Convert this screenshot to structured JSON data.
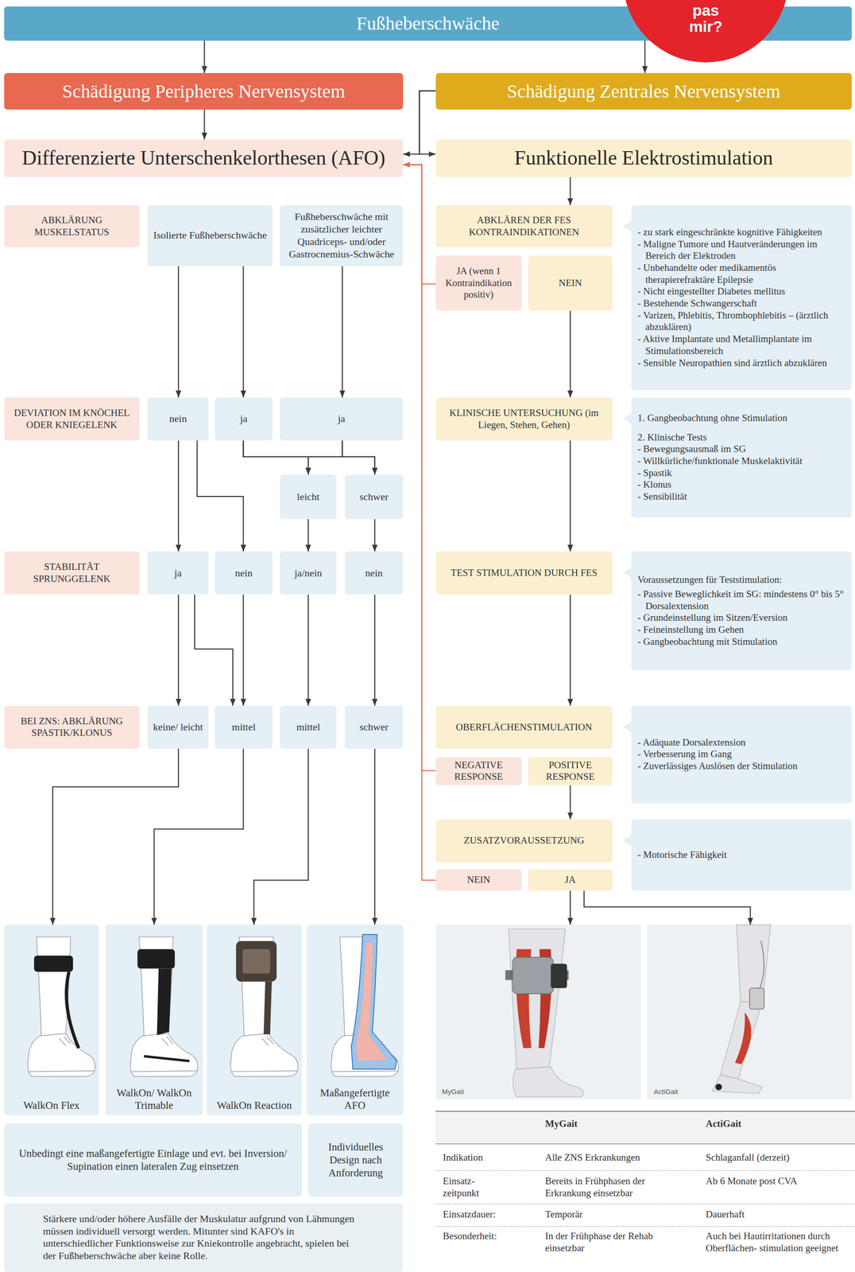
{
  "diagram": {
    "nodes": [
      {
        "text": [
          "Fußheberschwäche"
        ]
      },
      {
        "text": [
          "pas",
          "mir?"
        ]
      },
      {
        "text": [
          "Schädigung Peripheres Nervensystem"
        ]
      },
      {
        "text": [
          "Schädigung Zentrales Nervensystem"
        ]
      },
      {
        "text": [
          "Differenzierte Unterschenkelorthesen (AFO)"
        ]
      },
      {
        "text": [
          "Funktionelle Elektrostimulation"
        ]
      },
      {
        "text": [
          "ABKLÄRUNG MUSKELSTATUS"
        ]
      },
      {
        "text": [
          "Isolierte Fußheberschwäche"
        ]
      },
      {
        "text": [
          "Fußheberschwäche mit zusätzlicher leichter Quadriceps- und/oder Gastrocnemius-Schwäche"
        ]
      },
      {
        "text": [
          "DEVIATION IM KNÖCHEL ODER KNIEGELENK"
        ]
      },
      {
        "text": [
          "nein"
        ]
      },
      {
        "text": [
          "ja"
        ]
      },
      {
        "text": [
          "ja"
        ]
      },
      {
        "text": [
          "leicht"
        ]
      },
      {
        "text": [
          "schwer"
        ]
      },
      {
        "text": [
          "STABILITÄT SPRUNGGELENK"
        ]
      },
      {
        "text": [
          "ja"
        ]
      },
      {
        "text": [
          "nein"
        ]
      },
      {
        "text": [
          "ja/nein"
        ]
      },
      {
        "text": [
          "nein"
        ]
      },
      {
        "text": [
          "BEI ZNS: ABKLÄRUNG SPASTIK/KLONUS"
        ]
      },
      {
        "text": [
          "keine/ leicht"
        ]
      },
      {
        "text": [
          "mittel"
        ]
      },
      {
        "text": [
          "mittel"
        ]
      },
      {
        "text": [
          "schwer"
        ]
      },
      {
        "text": [
          "WalkOn Flex"
        ]
      },
      {
        "text": [
          "WalkOn/ WalkOn Trimable"
        ]
      },
      {
        "text": [
          "WalkOn Reaction"
        ]
      },
      {
        "text": [
          "Maßangefertigte AFO"
        ]
      },
      {
        "text": [
          "Unbedingt eine maßangefertigte Einlage und evt. bei Inversion/ Supination einen lateralen Zug einsetzen"
        ]
      },
      {
        "text": [
          "Individuelles Design nach Anforderung"
        ]
      },
      {
        "text": [
          "Stärkere und/oder höhere Ausfälle der Muskulatur aufgrund von Lähmungen müssen individuell versorgt werden. Mitunter sind KAFO's in unterschiedlicher Funktionsweise zur Kniekontrolle angebracht, spielen bei der Fußheberschwäche aber keine Rolle."
        ]
      },
      {
        "text": [
          "ABKLÄREN DER FES KONTRAINDIKATIONEN"
        ]
      },
      {
        "text": [
          "- zu stark eingeschränkte kognitive Fähigkeiten",
          "- Maligne Tumore und Hautveränderungen im Bereich der Elektroden",
          "- Unbehandelte oder medikamentös therapierefraktäre Epilepsie",
          "- Nicht eingestellter Diabetes mellitus",
          "- Bestehende Schwangerschaft",
          "- Varizen, Phlebitis, Thrombophlebitis – (ärztlich abzuklären)",
          "- Aktive Implantate und Metallimplantate im Stimulationsbereich",
          "- Sensible Neuropathien sind ärztlich abzuklären"
        ]
      },
      {
        "text": [
          "JA (wenn 1 Kontraindikation positiv)"
        ]
      },
      {
        "text": [
          "NEIN"
        ]
      },
      {
        "text": [
          "KLINISCHE UNTERSUCHUNG (im Liegen, Stehen, Gehen)"
        ]
      },
      {
        "text": [
          "1. Gangbeobachtung ohne Stimulation",
          "2. Klinische Tests",
          "- Bewegungsausmaß im SG",
          "- Willkürliche/funktionale Muskelaktivität",
          "- Spastik",
          "- Klonus",
          "- Sensibilität"
        ]
      },
      {
        "text": [
          "TEST STIMULATION DURCH FES"
        ]
      },
      {
        "text": [
          "Voraussetzungen für Teststimulation:",
          "- Passive Beweglichkeit im SG: mindestens 0° bis 5° Dorsalextension",
          "- Grundeinstellung im Sitzen/Eversion",
          "- Feineinstellung im Gehen",
          "- Gangbeobachtung mit Stimulation"
        ]
      },
      {
        "text": [
          "OBERFLÄCHENSTIMULATION"
        ]
      },
      {
        "text": [
          "- Adäquate Dorsalextension",
          "- Verbesserung im Gang",
          "- Zuverlässiges Auslösen der Stimulation"
        ]
      },
      {
        "text": [
          "NEGATIVE RESPONSE"
        ]
      },
      {
        "text": [
          "POSITIVE RESPONSE"
        ]
      },
      {
        "text": [
          "ZUSATZVORAUSSETZUNG"
        ]
      },
      {
        "text": [
          "- Motorische Fähigkeit"
        ]
      },
      {
        "text": [
          "NEIN"
        ]
      },
      {
        "text": [
          "JA"
        ]
      },
      {
        "text": [
          "MyGait"
        ]
      },
      {
        "text": [
          "ActiGait"
        ]
      }
    ],
    "edges": [
      {
        "from": 0,
        "to": 2,
        "arrow": "to"
      },
      {
        "from": 0,
        "to": 3,
        "arrow": "to"
      },
      {
        "from": 2,
        "to": 4,
        "arrow": "to"
      },
      {
        "from": 3,
        "to": 4,
        "arrow": "to"
      },
      {
        "from": 3,
        "to": 5,
        "arrow": "to"
      },
      {
        "from": 7,
        "to": 10,
        "arrow": "to"
      },
      {
        "from": 7,
        "to": 11,
        "arrow": "to"
      },
      {
        "from": 8,
        "to": 12,
        "arrow": "to"
      },
      {
        "from": 10,
        "to": 16,
        "arrow": "to"
      },
      {
        "from": 10,
        "to": 17,
        "arrow": "to"
      },
      {
        "from": 11,
        "to": 13,
        "arrow": "to"
      },
      {
        "from": 11,
        "to": 14,
        "arrow": "to"
      },
      {
        "from": 12,
        "to": 13,
        "arrow": "to"
      },
      {
        "from": 12,
        "to": 14,
        "arrow": "to"
      },
      {
        "from": 13,
        "to": 18,
        "arrow": "to"
      },
      {
        "from": 14,
        "to": 19,
        "arrow": "to"
      },
      {
        "from": 16,
        "to": 21,
        "arrow": "to"
      },
      {
        "from": 16,
        "to": 22,
        "arrow": "to"
      },
      {
        "from": 17,
        "to": 22,
        "arrow": "to"
      },
      {
        "from": 18,
        "to": 23,
        "arrow": "to"
      },
      {
        "from": 19,
        "to": 24,
        "arrow": "to"
      },
      {
        "from": 21,
        "to": 25,
        "arrow": "to"
      },
      {
        "from": 22,
        "to": 26,
        "arrow": "to"
      },
      {
        "from": 23,
        "to": 27,
        "arrow": "to"
      },
      {
        "from": 24,
        "to": 28,
        "arrow": "to"
      },
      {
        "from": 5,
        "to": 32,
        "arrow": "to"
      },
      {
        "from": 35,
        "to": 36,
        "arrow": "to"
      },
      {
        "from": 36,
        "to": 38,
        "arrow": "to"
      },
      {
        "from": 38,
        "to": 40,
        "arrow": "to"
      },
      {
        "from": 43,
        "to": 44,
        "arrow": "to"
      },
      {
        "from": 47,
        "to": 48,
        "arrow": "to"
      },
      {
        "from": 47,
        "to": 49,
        "arrow": "to"
      },
      {
        "from": 34,
        "to": 4,
        "arrow": "to"
      },
      {
        "from": 42,
        "to": 4,
        "arrow": "to"
      },
      {
        "from": 46,
        "to": 4,
        "arrow": "to"
      }
    ],
    "labels": [
      "MyGait",
      "ActiGait",
      "Indikation",
      "Alle ZNS Erkrankungen",
      "Schlaganfall (derzeit)",
      "Einsatz- zeitpunkt",
      "Bereits in Frühphasen der Erkrankung einsetzbar",
      "Ab 6 Monate post CVA",
      "Einsatzdauer:",
      "Temporär",
      "Dauerhaft",
      "Besonderheit:",
      "In der Frühphase der Rehab einsetzbar",
      "Auch bei Hautirritationen durch Oberflächen- stimulation geeignet"
    ]
  }
}
